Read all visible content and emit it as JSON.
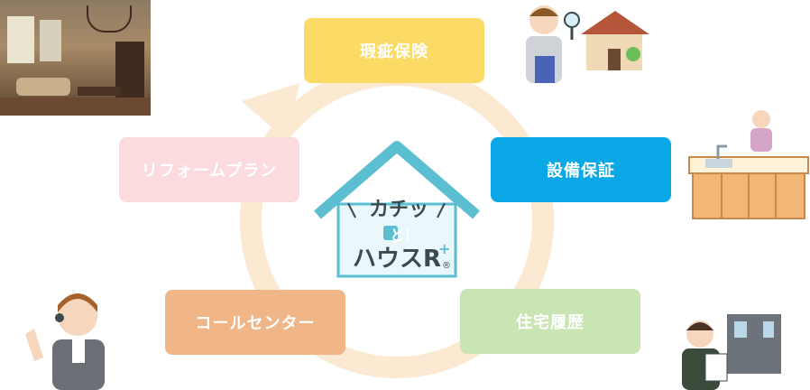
{
  "colors": {
    "ring": "#fbe9d2",
    "inspection": "#fbdb66",
    "equipment": "#0aa8e6",
    "history": "#c9e5b3",
    "callcenter": "#f0b688",
    "reform": "#fbdbde",
    "house": "#5bbfd1"
  },
  "cycle": [
    {
      "id": "inspection",
      "label": "瑕疵保険"
    },
    {
      "id": "equipment",
      "label": "設備保証"
    },
    {
      "id": "history",
      "label": "住宅履歴"
    },
    {
      "id": "callcenter",
      "label": "コールセンター"
    },
    {
      "id": "reform",
      "label": "リフォームプラン"
    }
  ],
  "center_logo": {
    "line1": "カチッ",
    "line2": "と!",
    "line3": "ハウスR",
    "mark": "®",
    "sparkle": "+"
  },
  "icons": {
    "photo": "living-room-photo",
    "inspector": "inspector-with-magnifier-icon",
    "kitchen": "kitchen-counter-icon",
    "operator": "call-center-operator-icon",
    "agent": "agent-with-clipboard-icon"
  }
}
